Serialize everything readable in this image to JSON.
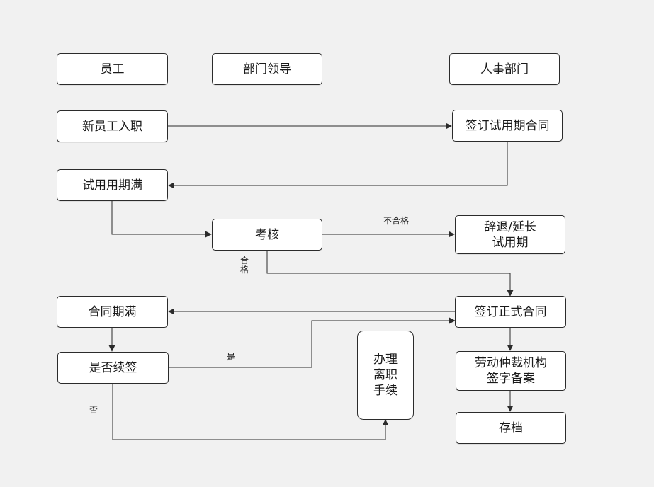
{
  "nodes": {
    "employee": "员工",
    "dept_leader": "部门领导",
    "hr_dept": "人事部门",
    "new_hire": "新员工入职",
    "sign_probation": "签订试用期合同",
    "probation_end": "试用用期满",
    "assessment": "考核",
    "dismiss_extend": "辞退/延长\n试用期",
    "sign_formal": "签订正式合同",
    "contract_expire": "合同期满",
    "renew": "是否续签",
    "resign": "办理\n离职\n手续",
    "arbitration": "劳动仲裁机构\n签字备案",
    "archive": "存档"
  },
  "edge_labels": {
    "fail": "不合格",
    "pass": "合\n格",
    "yes": "是",
    "no": "否"
  },
  "colors": {
    "background": "#f1f1f1",
    "node_fill": "#ffffff",
    "stroke": "#2b2b2b"
  }
}
